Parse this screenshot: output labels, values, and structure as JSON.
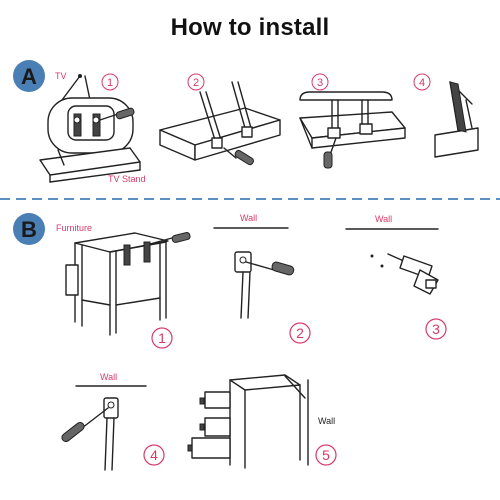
{
  "title": "How to install",
  "colors": {
    "accent_blue": "#4a7fb5",
    "label_red": "#d63a6a",
    "divider": "#5b8fc4"
  },
  "section_a": {
    "badge": "A",
    "labels": {
      "tv": "TV",
      "tv_stand": "TV Stand"
    },
    "steps": [
      "1",
      "2",
      "3",
      "4"
    ]
  },
  "section_b": {
    "badge": "B",
    "labels": {
      "furniture": "Furniture",
      "wall": "Wall"
    },
    "steps": [
      "1",
      "2",
      "3",
      "4",
      "5"
    ]
  }
}
